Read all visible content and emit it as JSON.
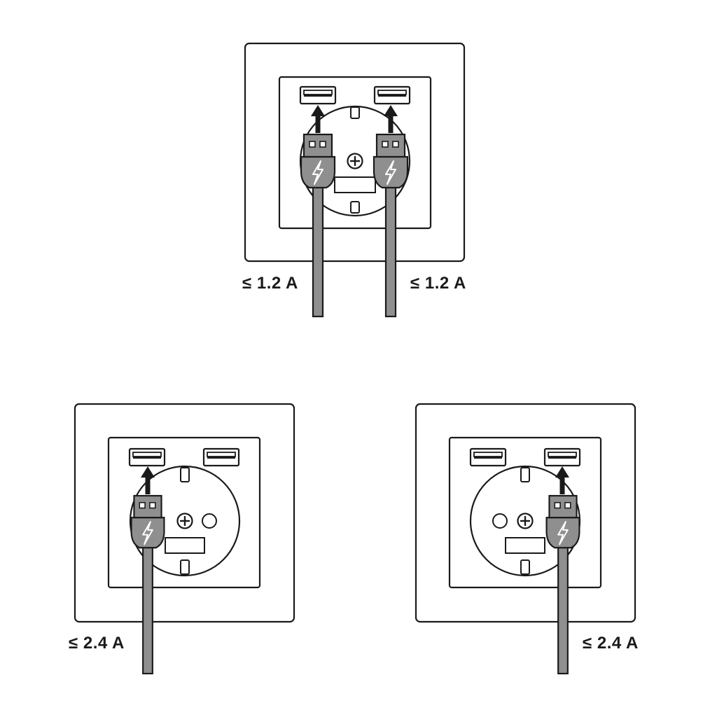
{
  "labels": {
    "top_left": "≤ 1.2 A",
    "top_right": "≤ 1.2 A",
    "bottom_left": "≤  2.4 A",
    "bottom_right": "≤  2.4 A"
  },
  "colors": {
    "line": "#1a1a1a",
    "plug_fill": "#8f8f8f",
    "background": "#ffffff"
  },
  "icons": [
    "lightning-bolt-icon",
    "arrow-up-icon",
    "screw-icon"
  ]
}
